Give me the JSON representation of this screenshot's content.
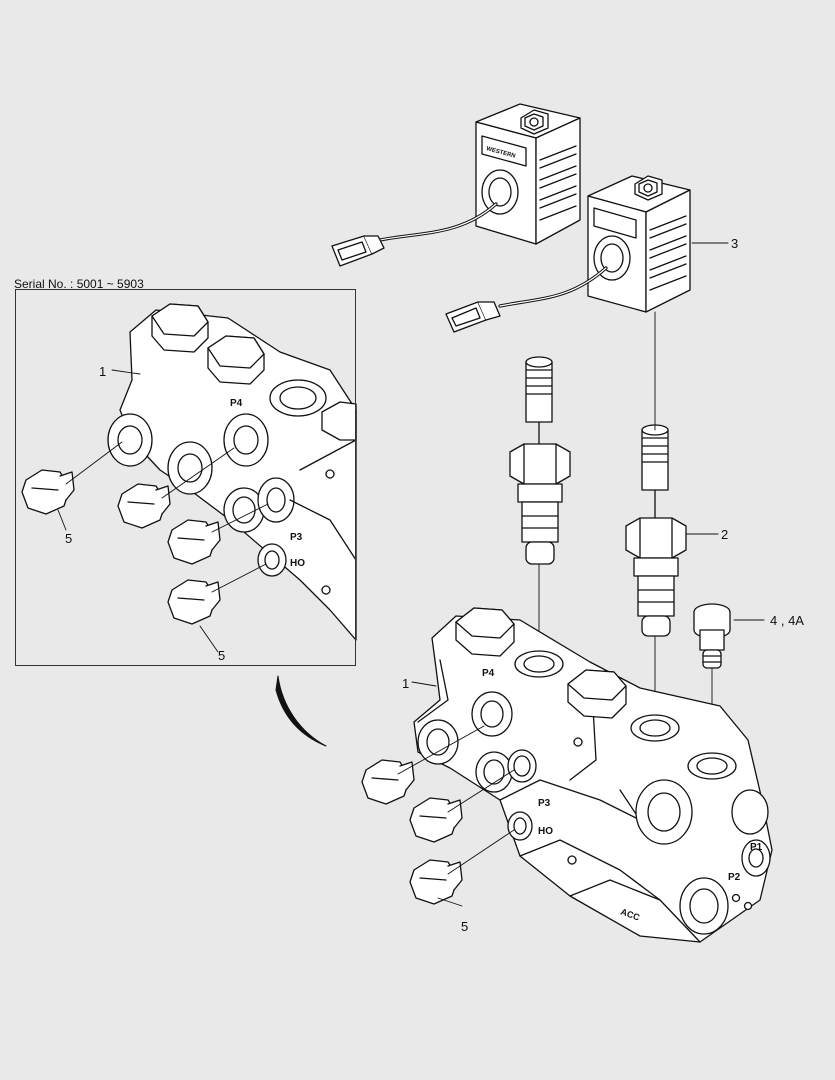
{
  "inset": {
    "serial_text": "Serial No. : 5001 ~ 5903",
    "callouts": {
      "body": "1",
      "plug": "5"
    }
  },
  "main": {
    "callouts": {
      "coil": "3",
      "cartridge_valve": "2",
      "relief_plug": "4 , 4A",
      "body": "1",
      "plug": "5"
    },
    "port_marks": {
      "p4": "P4",
      "p3": "P3",
      "ho": "HO",
      "p2": "P2",
      "p1": "P1",
      "acc": "ACC"
    }
  },
  "coil_marking": "WESTERN"
}
